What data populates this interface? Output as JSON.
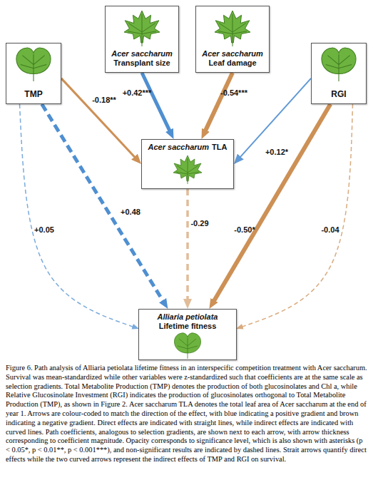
{
  "diagram": {
    "caption": "Figure 6. Path analysis of Alliaria petiolata lifetime fitness in an interspecific competition treatment with Acer saccharum. Survival was mean-standardized while other variables were z-standardized such that coefficients are at the same scale as selection gradients. Total Metabolite Production (TMP) denotes the production of both glucosinolates and Chl a, while Relative Glucosinolate Investment (RGI) indicates the production of glucosinolates orthogonal to Total Metabolite Production (TMP), as shown in Figure 2. Acer saccharum TLA denotes the total leaf area of Acer saccharum at the end of year 1. Arrows are colour-coded to match the direction of the effect, with blue indicating a positive gradient and brown indicating a negative gradient. Direct effects are indicated with straight lines, while indirect effects are indicated with curved lines. Path coefficients, analogous to selection gradients, are shown next to each arrow, with arrow thickness corresponding to coefficient magnitude. Opacity corresponds to significance level, which is also shown with asterisks (p < 0.05*, p < 0.01**, p < 0.001***), and non-significant results are indicated by dashed lines. Strait arrows quantify direct effects while the two curved arrows represent the indirect effects of TMP and RGI on survival.",
    "nodes": [
      {
        "text": [
          "TMP"
        ]
      },
      {
        "text": [
          "Acer saccharum",
          "Transplant size"
        ]
      },
      {
        "text": [
          "Acer saccharum",
          "Leaf damage"
        ]
      },
      {
        "text": [
          "RGI"
        ]
      },
      {
        "text": [
          "Acer saccharum",
          "TLA"
        ]
      },
      {
        "text": [
          "Alliaria petiolata",
          "Lifetime fitness"
        ]
      }
    ],
    "edges": [
      {
        "from": 0,
        "to": 4,
        "arrow": "to",
        "label": "-0.18**"
      },
      {
        "from": 1,
        "to": 4,
        "arrow": "to",
        "label": "+0.42***"
      },
      {
        "from": 2,
        "to": 4,
        "arrow": "to",
        "label": "-0.54***"
      },
      {
        "from": 3,
        "to": 4,
        "arrow": "to",
        "label": "+0.12*"
      },
      {
        "from": 0,
        "to": 5,
        "arrow": "to",
        "label": "+0.48"
      },
      {
        "from": 4,
        "to": 5,
        "arrow": "to",
        "label": "-0.29"
      },
      {
        "from": 3,
        "to": 5,
        "arrow": "to",
        "label": "-0.50*"
      },
      {
        "from": 0,
        "to": 5,
        "arrow": "to",
        "label": "+0.05"
      },
      {
        "from": 3,
        "to": 5,
        "arrow": "to",
        "label": "-0.04"
      }
    ]
  }
}
